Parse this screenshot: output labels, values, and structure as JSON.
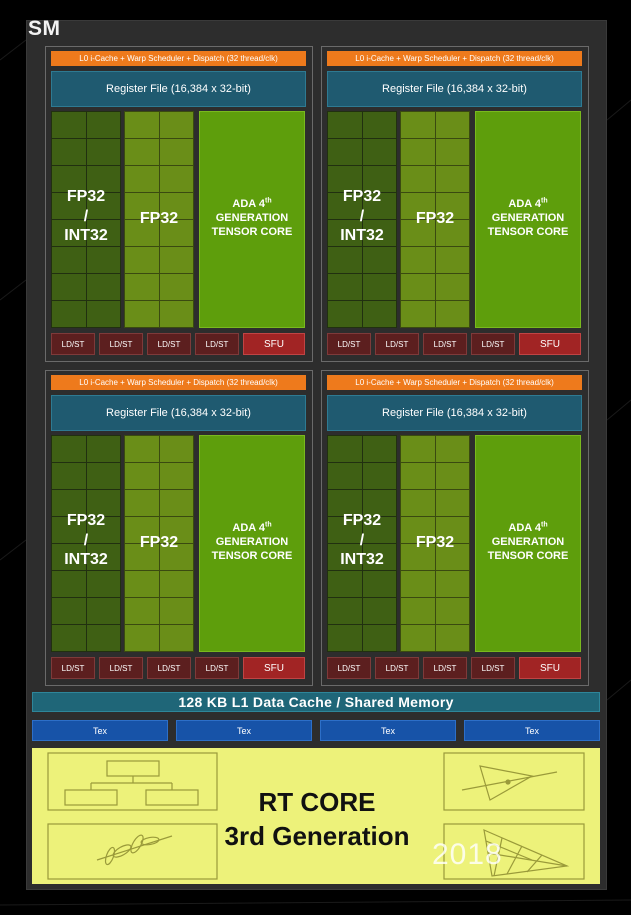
{
  "sm": {
    "title": "SM",
    "partitions": [
      {
        "scheduler": "L0 i-Cache + Warp Scheduler + Dispatch (32 thread/clk)",
        "register_file": "Register File (16,384 x 32-bit)",
        "int_unit": "FP32\n/\nINT32",
        "fp_unit": "FP32",
        "tensor": {
          "line1": "ADA 4",
          "sup": "th",
          "line2": "GENERATION",
          "line3": "TENSOR CORE"
        },
        "ldst": [
          "LD/ST",
          "LD/ST",
          "LD/ST",
          "LD/ST"
        ],
        "sfu": "SFU"
      },
      {
        "scheduler": "L0 i-Cache + Warp Scheduler + Dispatch (32 thread/clk)",
        "register_file": "Register File (16,384 x 32-bit)",
        "int_unit": "FP32\n/\nINT32",
        "fp_unit": "FP32",
        "tensor": {
          "line1": "ADA 4",
          "sup": "th",
          "line2": "GENERATION",
          "line3": "TENSOR CORE"
        },
        "ldst": [
          "LD/ST",
          "LD/ST",
          "LD/ST",
          "LD/ST"
        ],
        "sfu": "SFU"
      },
      {
        "scheduler": "L0 i-Cache + Warp Scheduler + Dispatch (32 thread/clk)",
        "register_file": "Register File (16,384 x 32-bit)",
        "int_unit": "FP32\n/\nINT32",
        "fp_unit": "FP32",
        "tensor": {
          "line1": "ADA 4",
          "sup": "th",
          "line2": "GENERATION",
          "line3": "TENSOR CORE"
        },
        "ldst": [
          "LD/ST",
          "LD/ST",
          "LD/ST",
          "LD/ST"
        ],
        "sfu": "SFU"
      },
      {
        "scheduler": "L0 i-Cache + Warp Scheduler + Dispatch (32 thread/clk)",
        "register_file": "Register File (16,384 x 32-bit)",
        "int_unit": "FP32\n/\nINT32",
        "fp_unit": "FP32",
        "tensor": {
          "line1": "ADA 4",
          "sup": "th",
          "line2": "GENERATION",
          "line3": "TENSOR CORE"
        },
        "ldst": [
          "LD/ST",
          "LD/ST",
          "LD/ST",
          "LD/ST"
        ],
        "sfu": "SFU"
      }
    ],
    "l1_cache": "128 KB L1 Data Cache / Shared Memory",
    "tex_units": [
      "Tex",
      "Tex",
      "Tex",
      "Tex"
    ],
    "rt_core": {
      "line1": "RT CORE",
      "line2": "3rd Generation"
    }
  },
  "watermark": "2018",
  "colors": {
    "scheduler": "#ee7a1c",
    "register_file": "#1f5a70",
    "int_unit": "#3f6014",
    "fp_unit": "#6a8e18",
    "tensor_core": "#5e9e0c",
    "ldst": "#5c1f1f",
    "sfu": "#a12424",
    "l1_cache": "#1f6678",
    "tex": "#1753a8",
    "rt_core": "#edf27a"
  }
}
